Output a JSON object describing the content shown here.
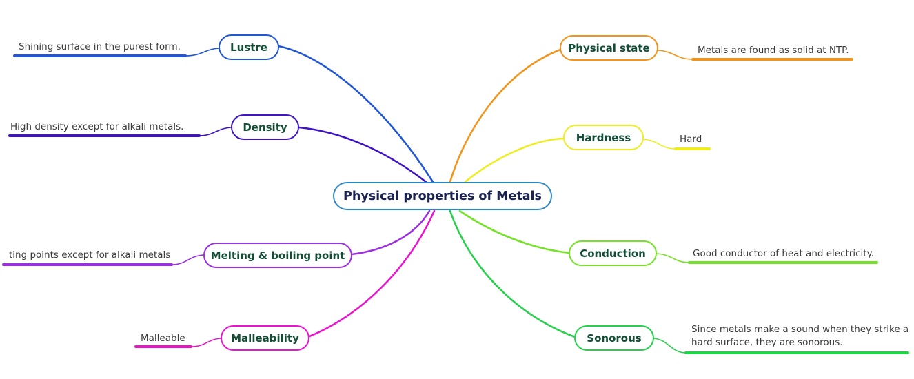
{
  "center": {
    "label": "Physical properties of Metals",
    "border_color": "#2e86c1",
    "text_color": "#1b2351"
  },
  "styles": {
    "label_color": "#124d36",
    "note_color": "#3b3b3b",
    "background": "#ffffff"
  },
  "branches": [
    {
      "id": "lustre",
      "label": "Lustre",
      "color": "#2156d4",
      "note": "Shining surface in the purest form.",
      "side": "left"
    },
    {
      "id": "density",
      "label": "Density",
      "color": "#3f14c8",
      "note": "High density except for alkali metals.",
      "side": "left"
    },
    {
      "id": "melting",
      "label": "Melting & boiling point",
      "color": "#9c2fe0",
      "note": "ting points except for alkali metals",
      "side": "left"
    },
    {
      "id": "malleability",
      "label": "Malleability",
      "color": "#ea14ce",
      "note": "Malleable",
      "side": "left"
    },
    {
      "id": "physical_state",
      "label": "Physical state",
      "color": "#f0941b",
      "note": "Metals are found as solid at NTP.",
      "side": "right"
    },
    {
      "id": "hardness",
      "label": "Hardness",
      "color": "#edee22",
      "note": "Hard",
      "side": "right"
    },
    {
      "id": "conduction",
      "label": "Conduction",
      "color": "#74e226",
      "note": "Good conductor of heat and electricity.",
      "side": "right"
    },
    {
      "id": "sonorous",
      "label": "Sonorous",
      "color": "#27d04c",
      "note_lines": [
        "Since metals make a sound when they strike a",
        "hard surface, they are sonorous."
      ],
      "side": "right"
    }
  ]
}
